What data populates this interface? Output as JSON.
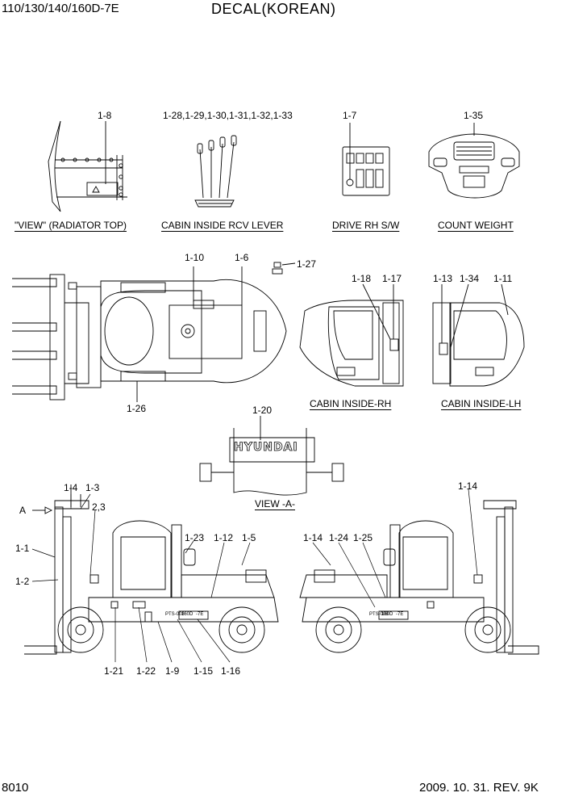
{
  "header": {
    "model": "110/130/140/160D-7E",
    "title": "DECAL(KOREAN)"
  },
  "footer": {
    "page_no": "8010",
    "revision": "2009. 10. 31. REV. 9K"
  },
  "views": {
    "radiator_top": "\"VIEW\" (RADIATOR TOP)",
    "cabin_rcv_lever": "CABIN INSIDE RCV LEVER",
    "drive_rh_sw": "DRIVE RH S/W",
    "count_weight": "COUNT WEIGHT",
    "cabin_inside_rh": "CABIN INSIDE-RH",
    "cabin_inside_lh": "CABIN INSIDE-LH",
    "view_a": "VIEW -A-"
  },
  "labels": {
    "l1_8": "1-8",
    "l1_28_33": "1-28,1-29,1-30,1-31,1-32,1-33",
    "l1_7": "1-7",
    "l1_35": "1-35",
    "l1_10": "1-10",
    "l1_6": "1-6",
    "l1_27": "1-27",
    "l1_26": "1-26",
    "l1_18": "1-18",
    "l1_17": "1-17",
    "l1_13": "1-13",
    "l1_34": "1-34",
    "l1_11": "1-11",
    "l1_20": "1-20",
    "l1_4": "1-4",
    "l1_3": "1-3",
    "l2_3": "2,3",
    "a_arrow": "A",
    "l1_1": "1-1",
    "l1_2": "1-2",
    "l1_23": "1-23",
    "l1_12": "1-12",
    "l1_5": "1-5",
    "l1_21": "1-21",
    "l1_22": "1-22",
    "l1_9": "1-9",
    "l1_15": "1-15",
    "l1_16": "1-16",
    "l1_14_right": "1-14",
    "l1_14_mid": "1-14",
    "l1_24": "1-24",
    "l1_25": "1-25"
  },
  "decal_text": {
    "hyundai_logo": "HYUNDAI",
    "model_left": "160D",
    "suffix_left": "-7E",
    "model_right": "160D",
    "suffix_right": "-7E"
  }
}
